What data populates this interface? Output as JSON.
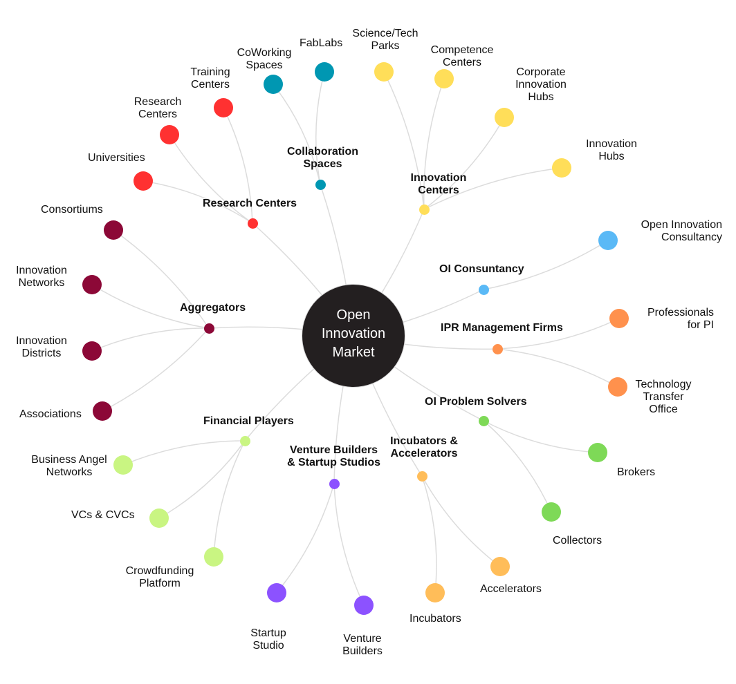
{
  "center": {
    "label": "Open\nInnovation\nMarket"
  },
  "colors": {
    "research": "#ff3131",
    "collaboration": "#0097b2",
    "innovation": "#ffde59",
    "consultancy": "#5ab9f6",
    "ipr": "#ff914d",
    "problem_solvers": "#7ed957",
    "incubators": "#ffbd59",
    "venture": "#8c52ff",
    "financial": "#c9f582",
    "aggregators": "#8c0837",
    "link": "#dcdcdc",
    "center_fill": "#231f20"
  },
  "groups": [
    {
      "id": "research-centers",
      "label": "Research Centers",
      "color": "research",
      "children": [
        {
          "id": "universities",
          "label": "Universities"
        },
        {
          "id": "research-centers-leaf",
          "label": "Research\nCenters"
        },
        {
          "id": "training-centers",
          "label": "Training\nCenters"
        }
      ]
    },
    {
      "id": "collaboration-spaces",
      "label": "Collaboration\nSpaces",
      "color": "collaboration",
      "children": [
        {
          "id": "coworking-spaces",
          "label": "CoWorking\nSpaces"
        },
        {
          "id": "fablabs",
          "label": "FabLabs"
        }
      ]
    },
    {
      "id": "innovation-centers",
      "label": "Innovation\nCenters",
      "color": "innovation",
      "children": [
        {
          "id": "science-tech-parks",
          "label": "Science/Tech\nParks"
        },
        {
          "id": "competence-centers",
          "label": "Competence\nCenters"
        },
        {
          "id": "corporate-innovation-hubs",
          "label": "Corporate\nInnovation\nHubs"
        },
        {
          "id": "innovation-hubs",
          "label": "Innovation\nHubs"
        }
      ]
    },
    {
      "id": "oi-consultancy",
      "label": "OI Consuntancy",
      "color": "consultancy",
      "children": [
        {
          "id": "open-innovation-consultancy",
          "label": "Open Innovation\nConsultancy"
        }
      ]
    },
    {
      "id": "ipr-management-firms",
      "label": "IPR Management Firms",
      "color": "ipr",
      "children": [
        {
          "id": "professionals-for-pi",
          "label": "Professionals\nfor PI"
        },
        {
          "id": "technology-transfer-office",
          "label": "Technology\nTransfer\nOffice"
        }
      ]
    },
    {
      "id": "oi-problem-solvers",
      "label": "OI Problem Solvers",
      "color": "problem_solvers",
      "children": [
        {
          "id": "brokers",
          "label": "Brokers"
        },
        {
          "id": "collectors",
          "label": "Collectors"
        }
      ]
    },
    {
      "id": "incubators-accelerators",
      "label": "Incubators &\nAccelerators",
      "color": "incubators",
      "children": [
        {
          "id": "accelerators",
          "label": "Accelerators"
        },
        {
          "id": "incubators",
          "label": "Incubators"
        }
      ]
    },
    {
      "id": "venture-builders-startup-studios",
      "label": "Venture Builders\n& Startup Studios",
      "color": "venture",
      "children": [
        {
          "id": "venture-builders",
          "label": "Venture\nBuilders"
        },
        {
          "id": "startup-studio",
          "label": "Startup\nStudio"
        }
      ]
    },
    {
      "id": "financial-players",
      "label": "Financial Players",
      "color": "financial",
      "children": [
        {
          "id": "business-angel-networks",
          "label": "Business Angel\nNetworks"
        },
        {
          "id": "vcs-cvcs",
          "label": "VCs & CVCs"
        },
        {
          "id": "crowdfunding-platform",
          "label": "Crowdfunding\nPlatform"
        }
      ]
    },
    {
      "id": "aggregators",
      "label": "Aggregators",
      "color": "aggregators",
      "children": [
        {
          "id": "consortiums",
          "label": "Consortiums"
        },
        {
          "id": "innovation-networks",
          "label": "Innovation\nNetworks"
        },
        {
          "id": "innovation-districts",
          "label": "Innovation\nDistricts"
        },
        {
          "id": "associations",
          "label": "Associations"
        }
      ]
    }
  ]
}
